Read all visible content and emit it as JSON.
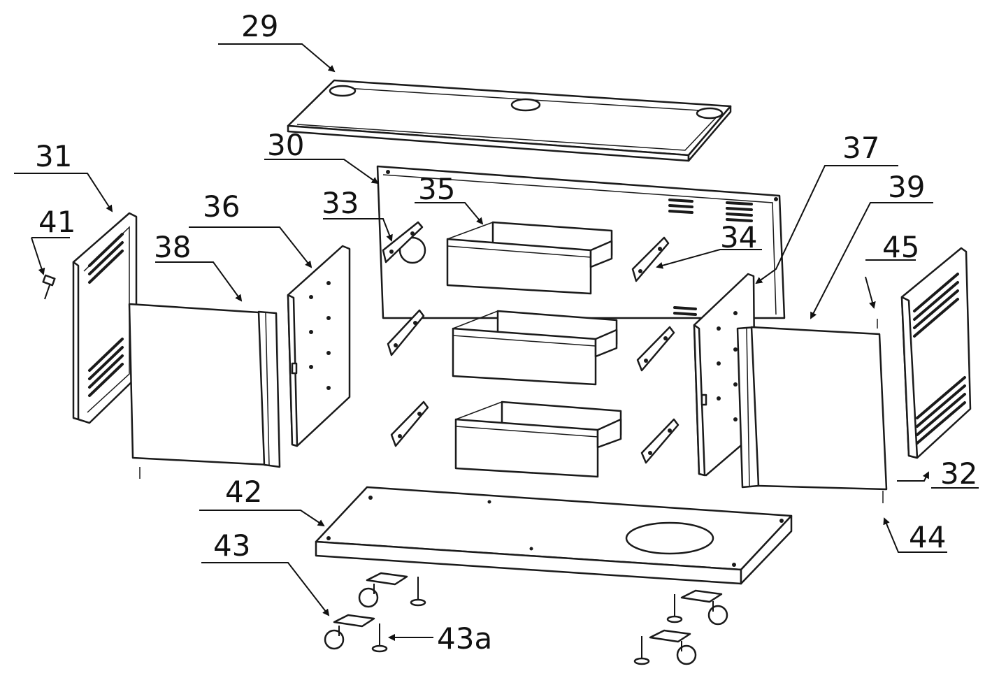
{
  "labels": {
    "l29": "29",
    "l30": "30",
    "l31": "31",
    "l32": "32",
    "l33": "33",
    "l34": "34",
    "l35": "35",
    "l36": "36",
    "l37": "37",
    "l38": "38",
    "l39": "39",
    "l41": "41",
    "l42": "42",
    "l43": "43",
    "l43a": "43a",
    "l44": "44",
    "l45": "45"
  }
}
